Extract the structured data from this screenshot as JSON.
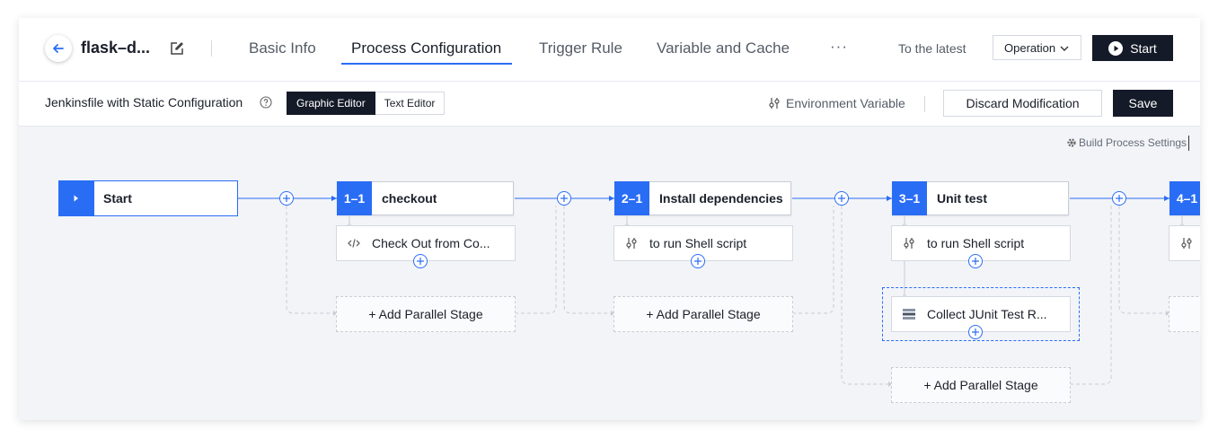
{
  "header": {
    "project_title": "flask–d...",
    "tabs": [
      {
        "label": "Basic Info"
      },
      {
        "label": "Process Configuration"
      },
      {
        "label": "Trigger Rule"
      },
      {
        "label": "Variable and Cache"
      }
    ],
    "more_label": "···",
    "to_latest": "To the latest",
    "operation_label": "Operation",
    "start_label": "Start"
  },
  "toolbar": {
    "jenkinsfile_label": "Jenkinsfile with Static Configuration",
    "graphic_editor": "Graphic Editor",
    "text_editor": "Text Editor",
    "env_var": "Environment Variable",
    "discard": "Discard Modification",
    "save": "Save"
  },
  "canvas": {
    "build_process_settings": "Build Process Settings",
    "start_node": "Start",
    "stages": [
      {
        "num": "1–1",
        "name": "checkout",
        "step": "Check Out from Co..."
      },
      {
        "num": "2–1",
        "name": "Install dependencies",
        "step": "to run Shell script"
      },
      {
        "num": "3–1",
        "name": "Unit test",
        "step": "to run Shell script",
        "step2": "Collect JUnit Test R..."
      },
      {
        "num": "4–1"
      }
    ],
    "add_parallel": "+ Add Parallel Stage"
  },
  "colors": {
    "accent": "#2a6df5",
    "dark": "#141a28",
    "canvas_bg": "#f2f4f8"
  },
  "icons": {
    "back": "arrow-left-icon",
    "edit": "edit-icon",
    "chevron": "chevron-down-icon",
    "play": "play-circle-icon",
    "help": "help-circle-icon",
    "env": "sliders-icon",
    "gear": "gear-icon",
    "code": "code-icon",
    "shell": "sliders-icon",
    "junit": "stack-icon",
    "plus": "plus-circle-icon"
  }
}
